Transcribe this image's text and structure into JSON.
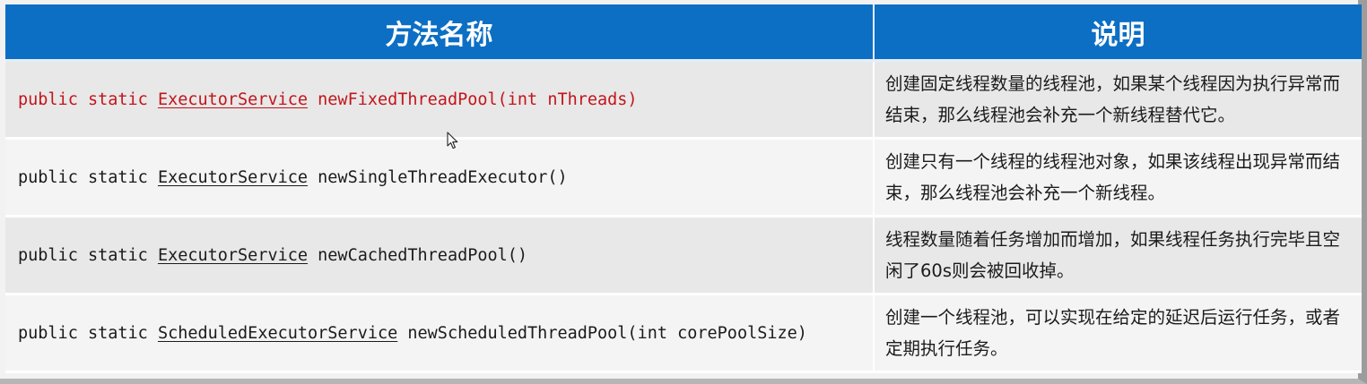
{
  "table": {
    "headers": {
      "method": "方法名称",
      "description": "说明"
    },
    "rows": [
      {
        "prefix": "public static",
        "return_type": "ExecutorService",
        "method": "newFixedThreadPool(int nThreads)",
        "description": "创建固定线程数量的线程池，如果某个线程因为执行异常而结束，那么线程池会补充一个新线程替代它。"
      },
      {
        "prefix": "public static",
        "return_type": "ExecutorService",
        "method": "newSingleThreadExecutor()",
        "description": "创建只有一个线程的线程池对象，如果该线程出现异常而结束，那么线程池会补充一个新线程。"
      },
      {
        "prefix": "public static",
        "return_type": "ExecutorService",
        "method": "newCachedThreadPool()",
        "description": "线程数量随着任务增加而增加，如果线程任务执行完毕且空闲了60s则会被回收掉。"
      },
      {
        "prefix": "public static",
        "return_type": "ScheduledExecutorService",
        "method": "newScheduledThreadPool(int corePoolSize)",
        "description": "创建一个线程池，可以实现在给定的延迟后运行任务，或者定期执行任务。"
      }
    ]
  },
  "colors": {
    "header_bg": "#0c6fc4",
    "highlight_text": "#c3151b"
  },
  "cursor_icon": "mouse-pointer-icon"
}
